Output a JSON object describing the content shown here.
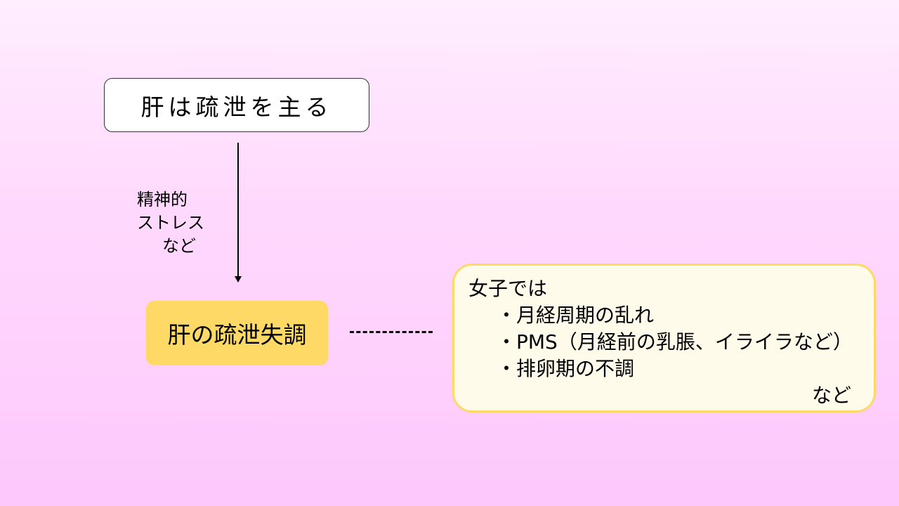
{
  "top_box": {
    "text": "肝は疏泄を主る"
  },
  "cause": {
    "lines": [
      "精神的",
      "ストレス",
      "など"
    ]
  },
  "result_box": {
    "text": "肝の疏泄失調"
  },
  "detail_box": {
    "title": "女子では",
    "items": [
      "・月経周期の乱れ",
      "・PMS（月経前の乳脹、イライラなど）",
      "・排卵期の不調"
    ],
    "tail": "など"
  },
  "colors": {
    "result_fill": "#ffd966",
    "detail_fill": "#fffbea",
    "detail_border": "#ffd966"
  }
}
